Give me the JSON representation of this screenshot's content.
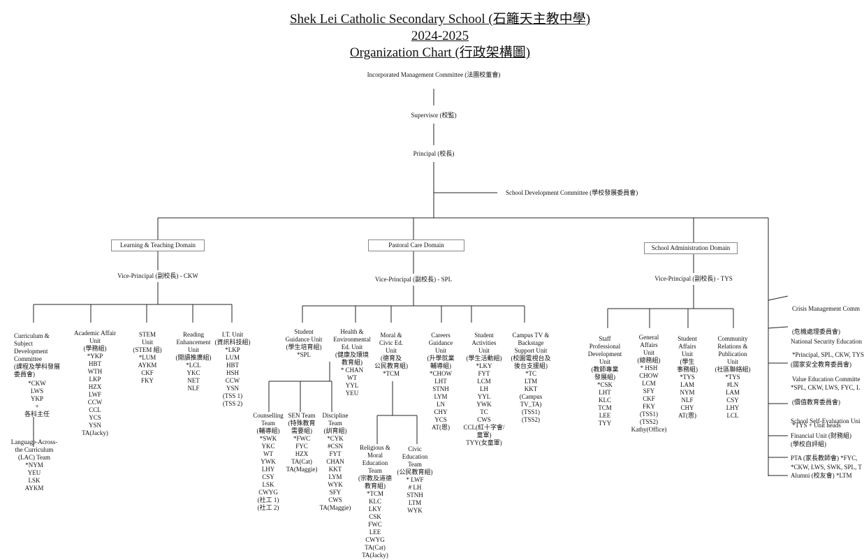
{
  "title": {
    "line1": "Shek Lei Catholic Secondary School (石籬天主教中學)",
    "line2": "2024-2025",
    "line3": "Organization Chart (行政架構圖)"
  },
  "top": {
    "imc": "Incorporated Management Committee (法團校董會)",
    "supervisor": "Supervisor (校監)",
    "principal": "Principal (校長)",
    "sdc": "School Development Committee (學校發展委員會)"
  },
  "domains": {
    "learning": {
      "name": "Learning & Teaching Domain",
      "vp": "Vice-Principal (副校長) - CKW"
    },
    "pastoral": {
      "name": "Pastoral Care Domain",
      "vp": "Vice-Principal (副校長) - SPL"
    },
    "admin": {
      "name": "School Administration Domain",
      "vp": "Vice-Principal (副校長) - TYS"
    }
  },
  "units": {
    "curriculum": "Curriculum &\nSubject\nDevelopment\nCommittee\n(課程及學科發展\n委員會)",
    "curriculum_members": "*CKW\nLWS\nYKP\n+\n各科主任",
    "lac": "Language-Across-\nthe Curriculum\n(LAC) Team\n*NYM\nYEU\nLSK\nAYKM",
    "academic": "Academic Affair\nUnit\n(學務組)\n*YKP\nHBT\nWTH\nLKP\nHZX\nLWF\nCCW\nCCL\nYCS\nYSN\nTA(Jacky)",
    "stem": "STEM\nUnit\n(STEM 組)\n*LUM\nAYKM\nCKF\nFKY",
    "reading": "Reading\nEnhancement\nUnit\n(閱讀推廣組)\n*LCL\nYKC\nNET\nNLF",
    "it": "I.T. Unit\n(資訊科技組)\n*LKP\nLUM\nHBT\nHSH\nCCW\nYSN\n(TSS 1)\n(TSS 2)",
    "guidance": "Student\nGuidance Unit\n(學生培育組)\n*SPL",
    "counselling": "Counselling\nTeam\n(輔導組)\n*SWK\nYKC\nWT\nYWK\nLHY\nCSY\nLSK\nCWYG\n(社工 1)\n(社工 2)",
    "sen": "SEN Team\n(特殊教育\n需要組)\n*FWC\nFYC\nHZX\nTA(Cat)\nTA(Maggie)",
    "discipline": "Discipline\nTeam\n(訓育組)\n*CYK\n#CSN\nFYT\nCHAN\nKKT\nLYM\nWYK\nSFY\nCWS\nTA(Maggie)",
    "health": "Health &\nEnvironmental\nEd. Unit\n(健康及環境\n教育組)\n* CHAN\nWT\nYYL\nYEU",
    "moral": "Moral &\nCivic Ed.\nUnit\n(德育及\n公民教育組)\n*TCM",
    "religious": "Religious &\nMoral\nEducation\nTeam\n(宗教及道德\n教育組)\n*TCM\nKLC\nLKY\nCSK\nFWC\nLEE\nCWYG\nTA(Cat)\nTA(Jacky)",
    "civic": "Civic\nEducation\nTeam\n(公民教育組)\n* LWF\n# LH\nSTNH\nLTM\nWYK",
    "careers": "Careers\nGuidance\nUnit\n(升學就業\n輔導組)\n*CHOW\nLHT\nSTNH\nLYM\nLN\nCHY\nYCS\nAT(恩)",
    "activities": "Student\nActivities\nUnit\n(學生活動組)\n*LKY\nFYT\nLCM\nLH\nYYL\nYWK\nTC\nCWS\nCCL(紅十字會/\n童軍)\nTYY(女童軍)",
    "campustv": "Campus TV &\nBackstage\nSupport Unit\n(校園電視台及\n後台支援組)\n*TC\nLTM\nKKT\n(Campus\nTV_TA)\n(TSS1)\n(TSS2)",
    "staff": "Staff\nProfessional\nDevelopment\nUnit\n(教師專業\n發展組)\n*CSK\nLHT\nKLC\nTCM\nLEE\nTYY",
    "general": "General\nAffairs\nUnit\n(總務組)\n* HSH\nCHOW\nLCM\nSFY\nCKF\nFKY\n(TSS1)\n(TSS2)\nKathy(Office)",
    "studentaffairs": "Student\nAffairs\nUnit\n(學生\n事務組)\n*TYS\nLAM\nNYM\nNLF\nCHY\nAT(恩)",
    "community": "Community\nRelations &\nPublication\nUnit\n(社區聯絡組)\n*TYS\n#LN\nLAM\nCSY\nLHY\nLCL"
  },
  "committees": [
    {
      "name": "Crisis Management Comm",
      "sub": "(危機處理委員會)",
      "members": "*Principal, SPL, CKW, TYS"
    },
    {
      "name": "National Security Education",
      "sub": "(國家安全教育委員會)",
      "members": "*SPL, CKW, LWS, FYC, L"
    },
    {
      "name": "Value Education Committe",
      "sub": "(價值教育委員會)",
      "members": "*TYS + Unit heads"
    },
    {
      "name": "School Self-Evaluation Uni",
      "sub": "(學校自評組)",
      "members": "*CKW, LWS, SWK, SPL, T"
    },
    {
      "name": "Financial Unit (財務組)",
      "sub": "",
      "members": ""
    },
    {
      "name": "PTA (家長教師會) *FYC,",
      "sub": "",
      "members": ""
    },
    {
      "name": "Alumni (校友會) *LTM",
      "sub": "",
      "members": ""
    }
  ]
}
